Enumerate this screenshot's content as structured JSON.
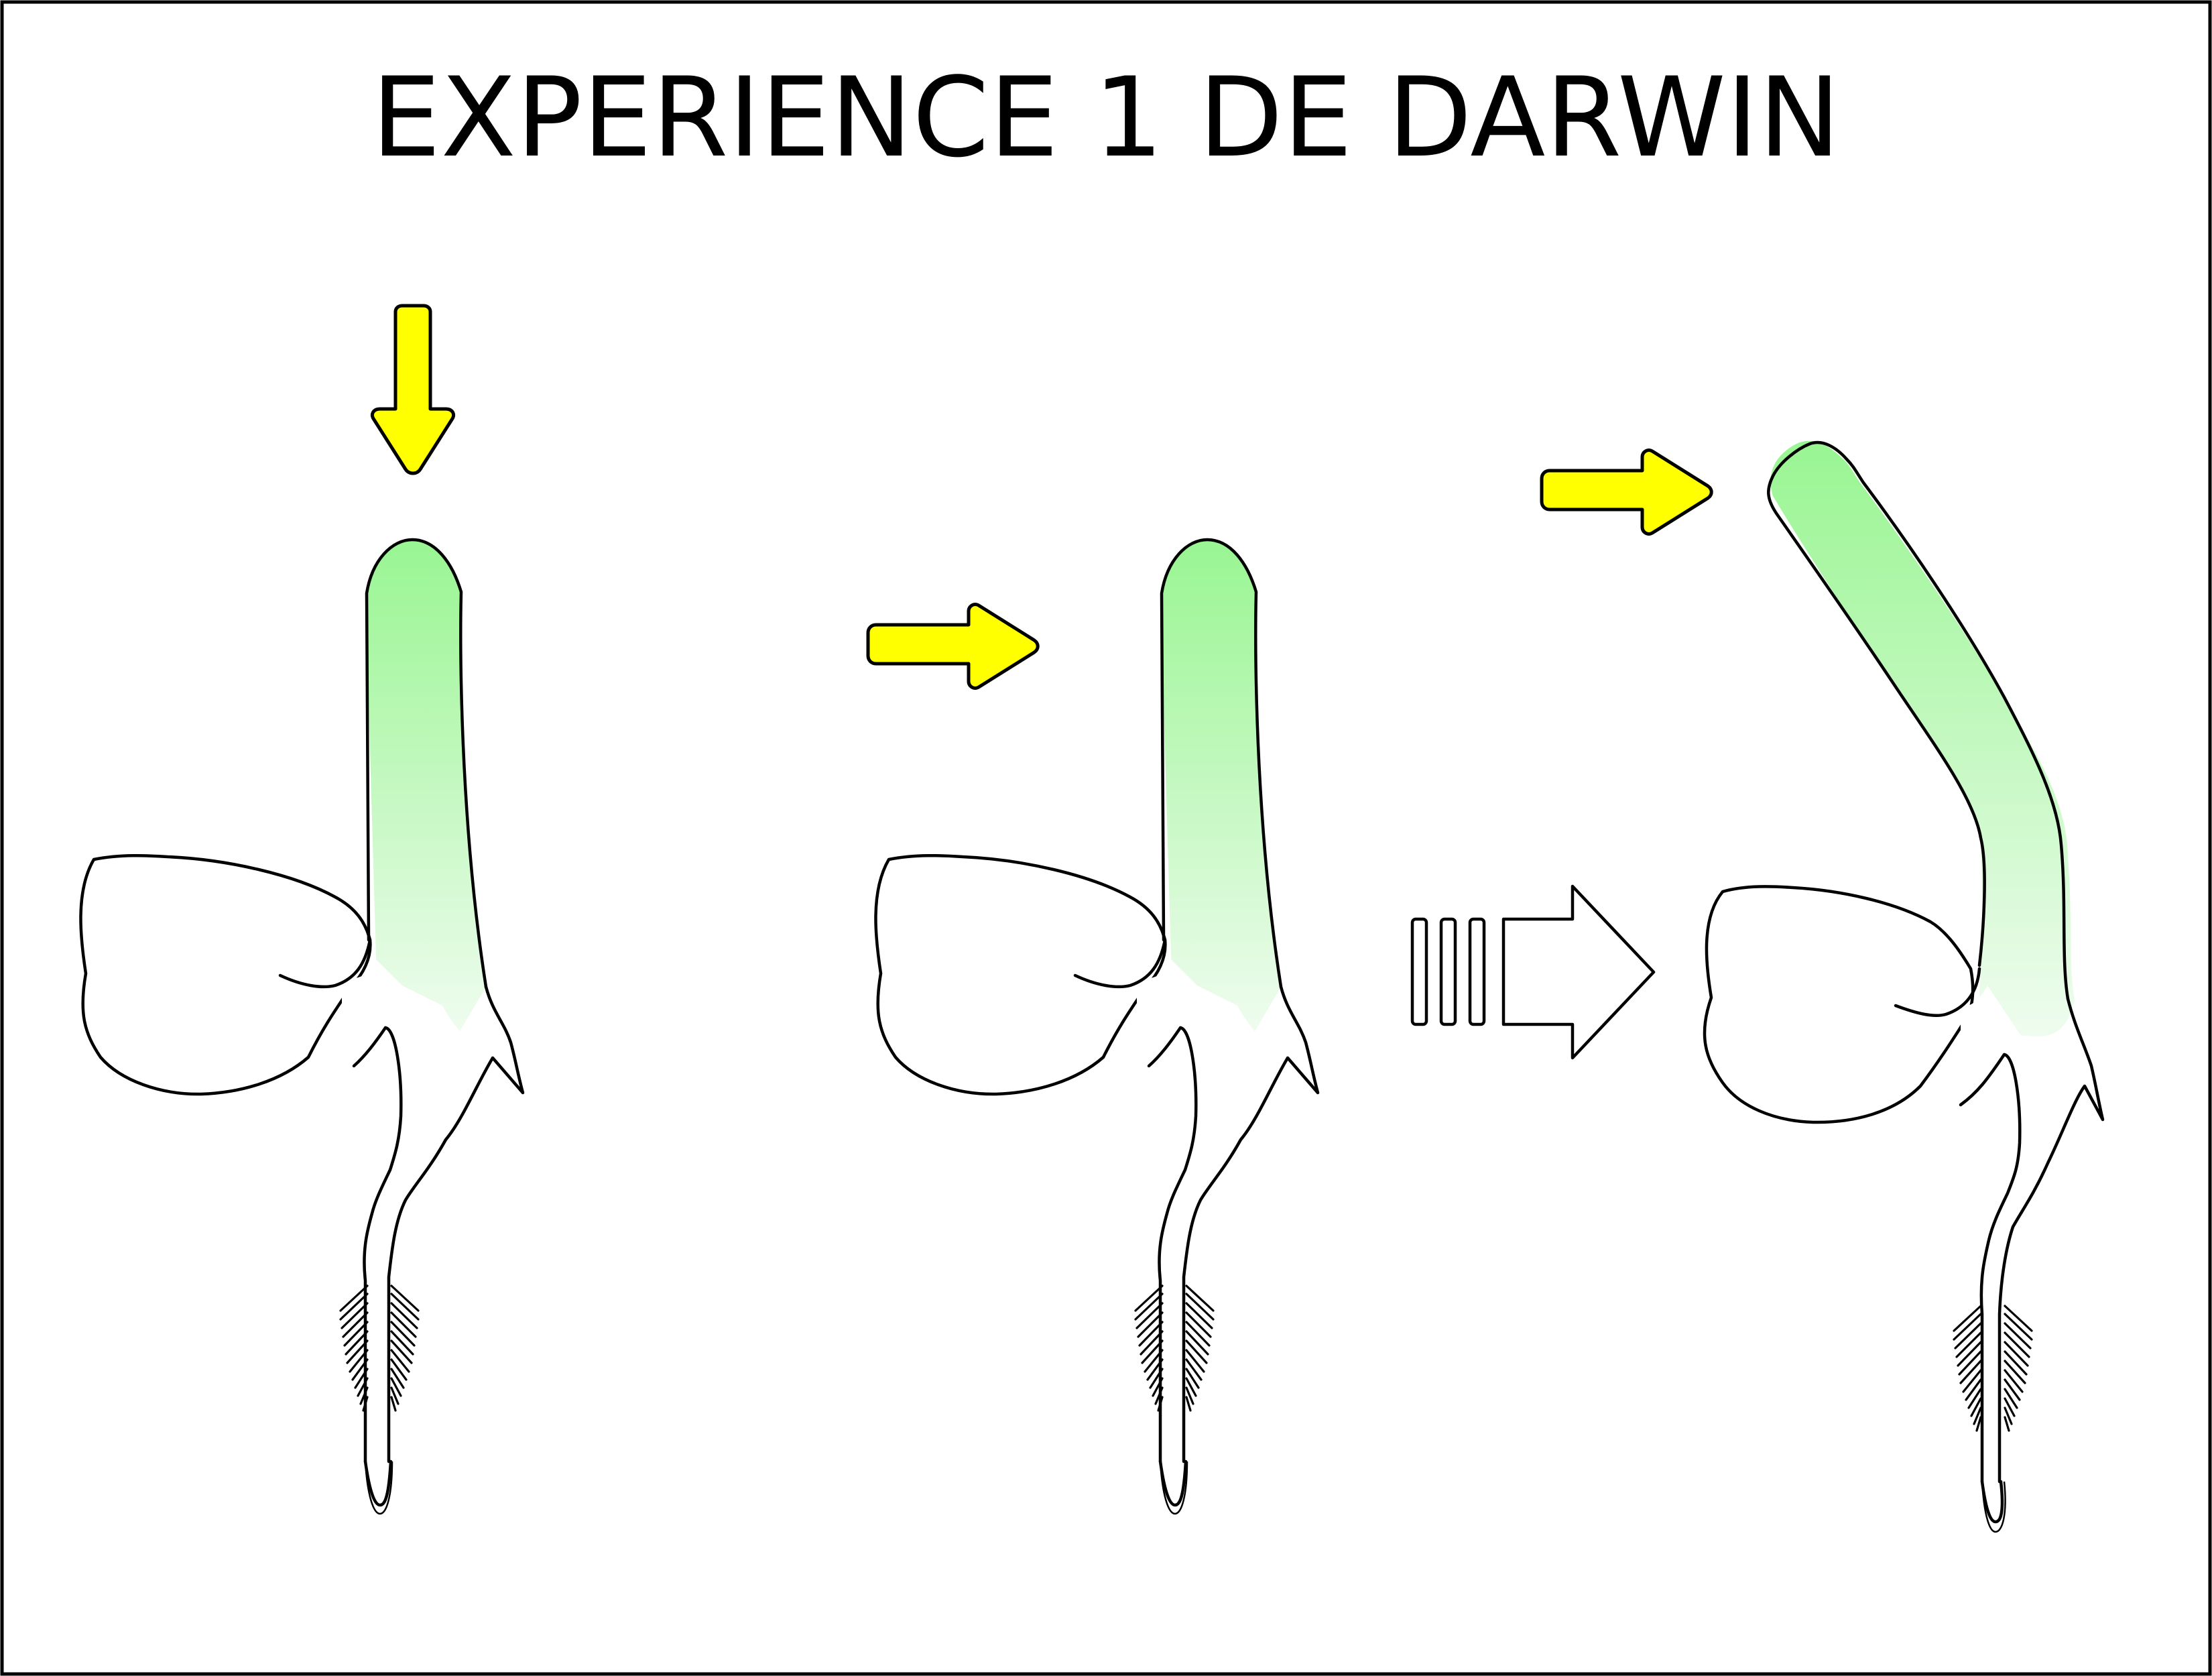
{
  "title": "EXPERIENCE 1 DE DARWIN",
  "colors": {
    "light_arrow": "#ffff00",
    "coleoptile_top": "#99f592",
    "coleoptile_bottom": "#effcef",
    "seed_dark": "#c3b29b",
    "seed_light": "#ffffff"
  },
  "panels": [
    {
      "id": "panel-1",
      "light_direction": "top"
    },
    {
      "id": "panel-2",
      "light_direction": "left"
    },
    {
      "id": "panel-3",
      "light_direction": "left",
      "coleoptile": "bent-toward-light"
    }
  ],
  "time_arrow": {
    "icon": "block-arrow-right"
  }
}
